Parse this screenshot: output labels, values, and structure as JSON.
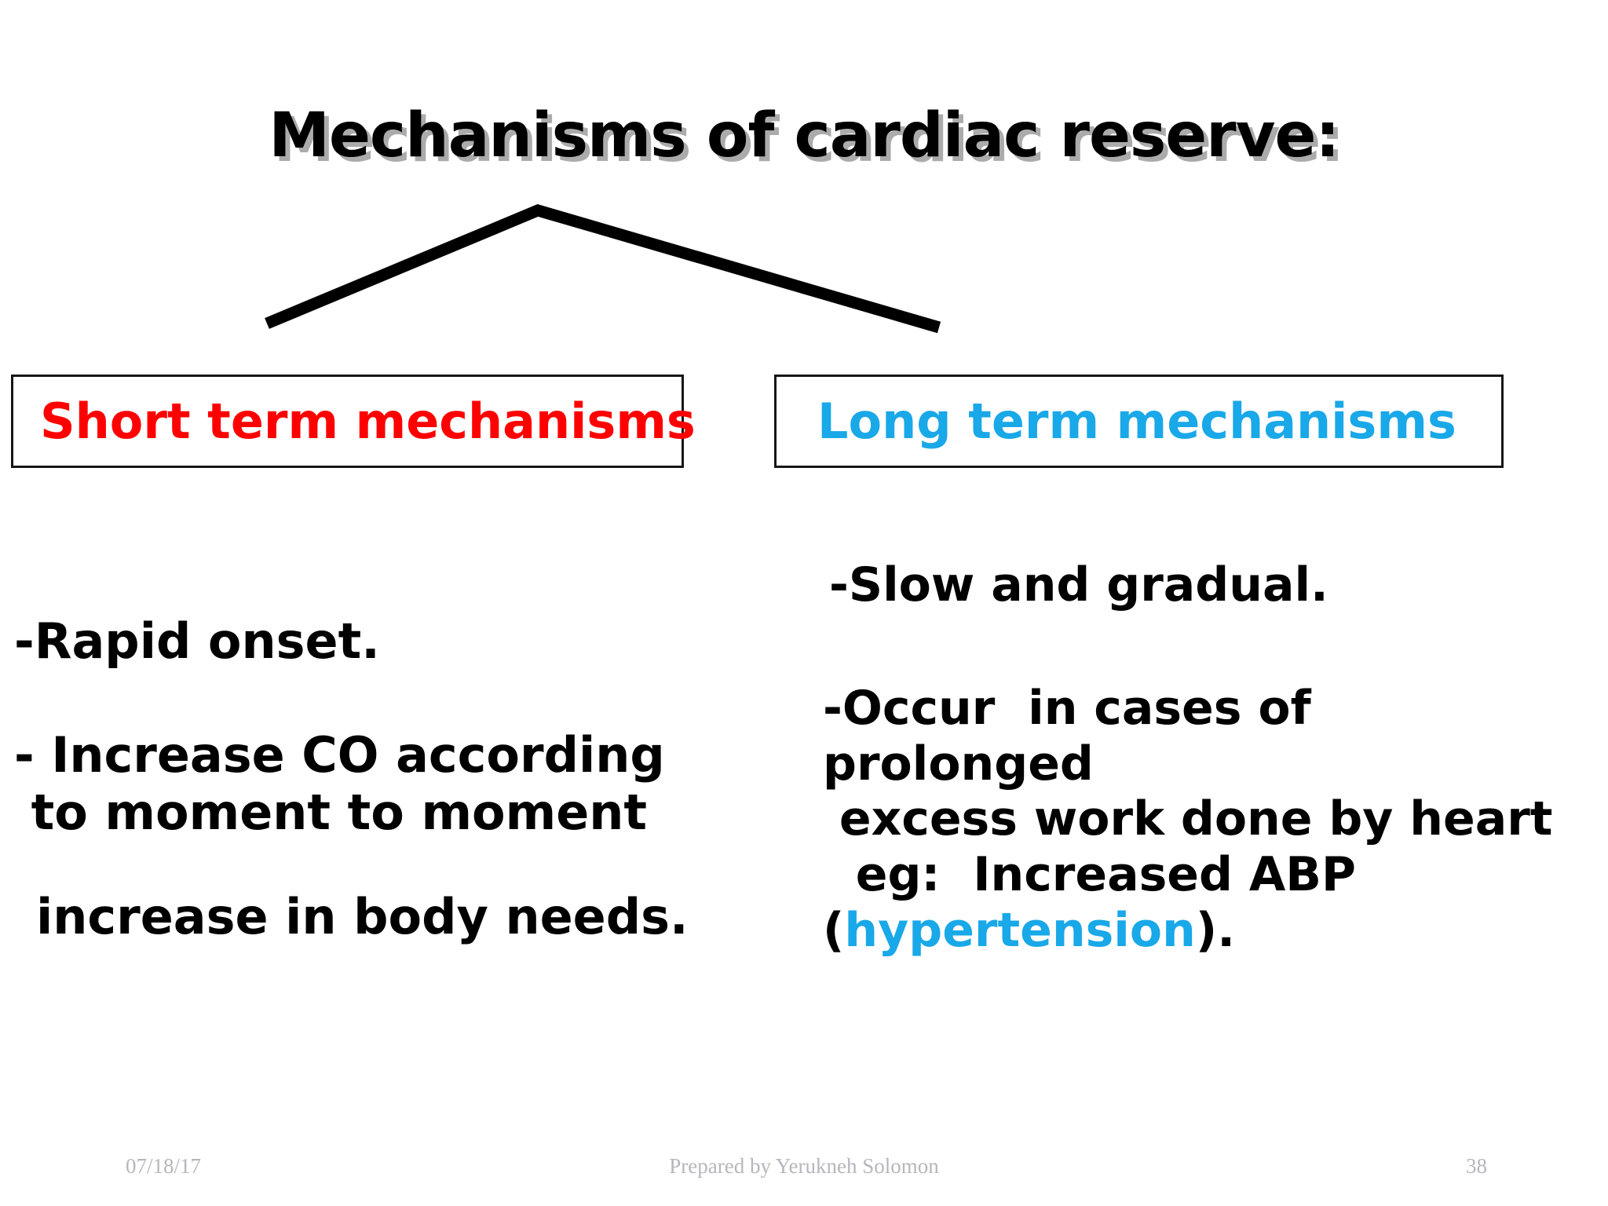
{
  "slide": {
    "title": "Mechanisms of cardiac reserve:",
    "background_color": "#FFFFFF"
  },
  "colors": {
    "short_term_accent": "#FF0000",
    "long_term_accent": "#19A8E8",
    "text": "#000000",
    "footer_text": "#B6B6BD",
    "box_border": "#161616",
    "connector": "#000000"
  },
  "connector": {
    "name": "chevron-branch-arrow",
    "apex": [
      685,
      268
    ],
    "left_end": [
      340,
      412
    ],
    "right_end": [
      1196,
      417
    ],
    "stroke_width": 14
  },
  "branches": {
    "left": {
      "header": "Short term mechanisms",
      "header_color": "#FF0000",
      "lines": [
        "-Rapid onset.",
        "- Increase CO according\n to moment to moment",
        "increase in body needs."
      ]
    },
    "right": {
      "header": "Long term mechanisms",
      "header_color": "#19A8E8",
      "lines": [
        "-Slow and gradual.",
        "-Occur  in cases of prolonged\n excess work done by heart\n  eg:  Increased ABP"
      ],
      "final_line": {
        "prefix": "(",
        "accent_word": "hypertension",
        "suffix": ")."
      }
    }
  },
  "footer": {
    "date": "07/18/17",
    "credit": "Prepared by Yerukneh Solomon",
    "page_number": "38"
  }
}
